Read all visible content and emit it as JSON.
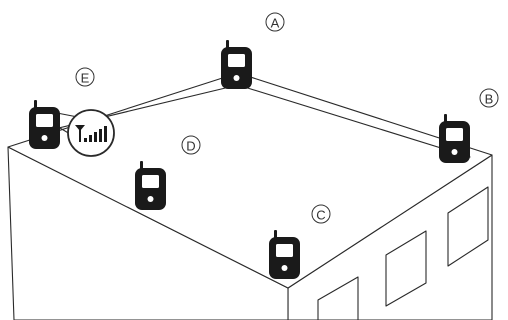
{
  "diagram": {
    "labels": {
      "a": "A",
      "b": "B",
      "c": "C",
      "d": "D",
      "e": "E"
    },
    "icons": {
      "phone": "mobile-phone-icon",
      "signal": "signal-strength-icon"
    },
    "colors": {
      "line": "#2a2a2a",
      "phone": "#1a1a1a",
      "background": "#ffffff"
    }
  }
}
